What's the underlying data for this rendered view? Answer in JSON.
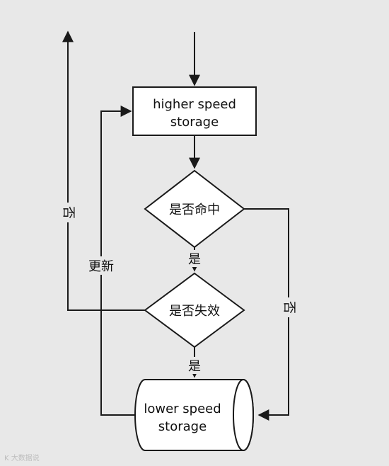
{
  "diagram": {
    "nodes": {
      "fast_storage": {
        "line1": "higher speed",
        "line2": "storage"
      },
      "hit_check": {
        "label": "是否命中"
      },
      "expired_check": {
        "label": "是否失效"
      },
      "slow_storage": {
        "line1": "lower speed",
        "line2": "storage"
      }
    },
    "edges": {
      "hit_yes": "是",
      "expired_yes": "是",
      "hit_no": "否",
      "expired_no": "否",
      "update": "更新"
    }
  },
  "colors": {
    "background": "#e8e8e8",
    "stroke": "#1a1a1a",
    "fill": "#ffffff"
  },
  "watermark": "K 大数据说"
}
